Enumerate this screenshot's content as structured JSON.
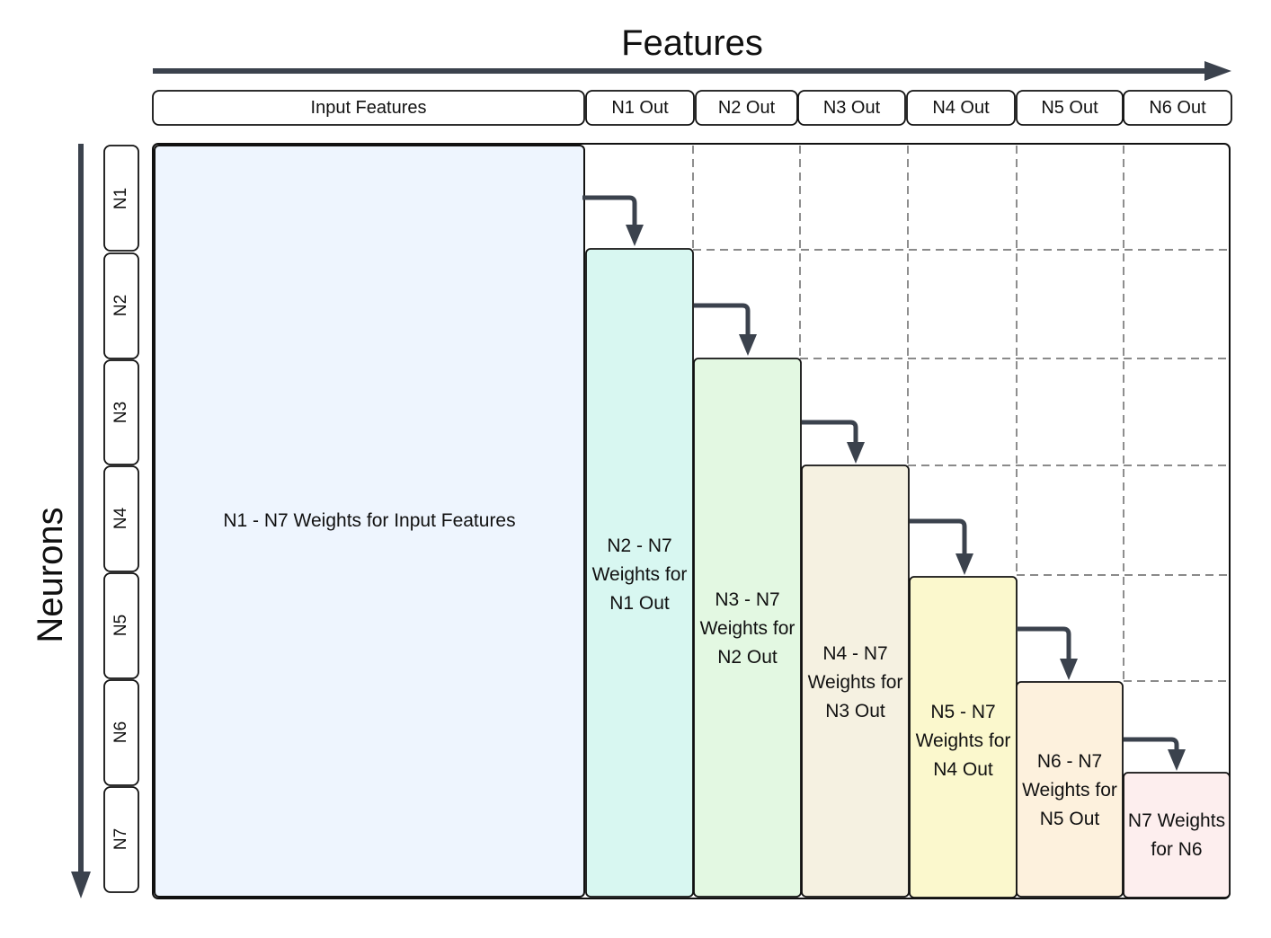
{
  "axes": {
    "features_title": "Features",
    "neurons_title": "Neurons"
  },
  "column_headers": [
    "Input Features",
    "N1 Out",
    "N2 Out",
    "N3 Out",
    "N4 Out",
    "N5 Out",
    "N6 Out"
  ],
  "row_headers": [
    "N1",
    "N2",
    "N3",
    "N4",
    "N5",
    "N6",
    "N7"
  ],
  "blocks": [
    {
      "label": "N1 - N7 Weights for Input Features",
      "color": "#eef5fe"
    },
    {
      "label": "N2 - N7 Weights for N1 Out",
      "color": "#d8f7f1"
    },
    {
      "label": "N3 - N7 Weights for N2 Out",
      "color": "#e3f8e2"
    },
    {
      "label": "N4 - N7 Weights for N3 Out",
      "color": "#f5f1e1"
    },
    {
      "label": "N5 - N7 Weights for N4 Out",
      "color": "#fbf8cd"
    },
    {
      "label": "N6 - N7 Weights for N5 Out",
      "color": "#fdf1dd"
    },
    {
      "label": "N7 Weights for N6",
      "color": "#fdeeee"
    }
  ],
  "colors": {
    "arrow": "#3b424d",
    "border": "#111111",
    "grid_dash": "#444444"
  }
}
